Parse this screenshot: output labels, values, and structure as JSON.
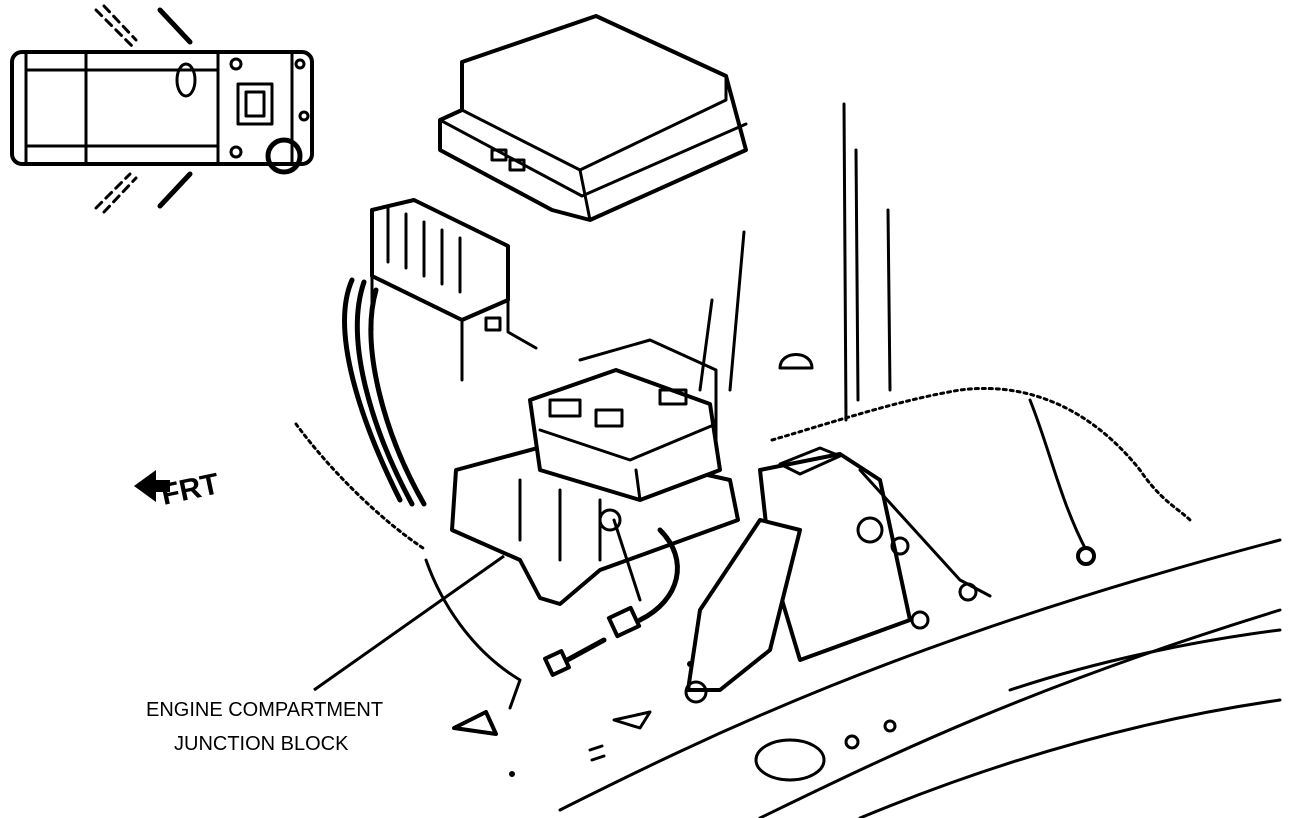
{
  "direction": {
    "label": "FRT",
    "icon": "arrow-left-icon"
  },
  "callout": {
    "line1": "ENGINE COMPARTMENT",
    "line2": "JUNCTION BLOCK"
  },
  "colors": {
    "ink": "#000000",
    "paper": "#ffffff"
  }
}
